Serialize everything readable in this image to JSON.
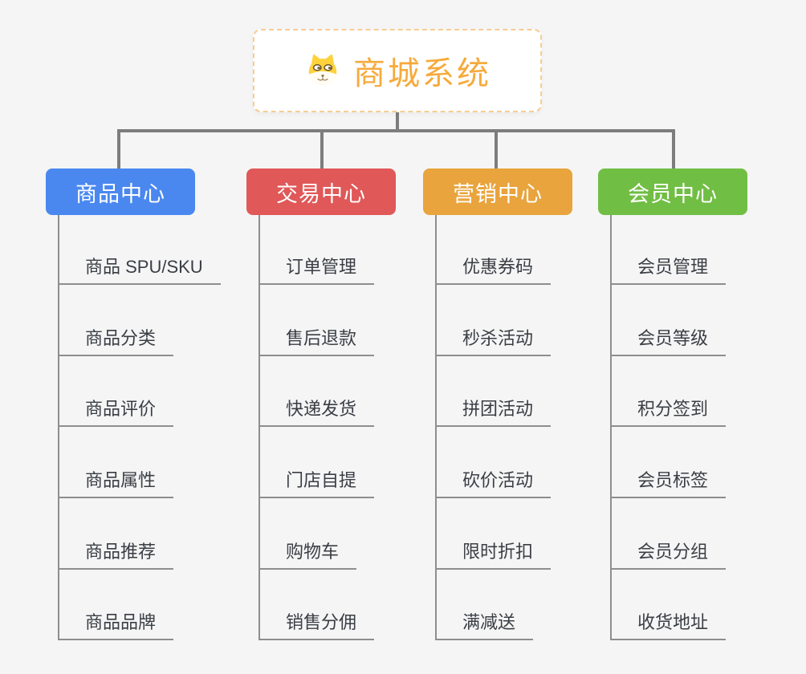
{
  "root": {
    "title": "商城系统",
    "title_color": "#f6aa3c",
    "icon": "shiba-dog-icon",
    "border_color": "#f8cc92"
  },
  "connector_color": "#7d7d7d",
  "leaf_line_color": "#8e8e8e",
  "branches": [
    {
      "label": "商品中心",
      "color": "#4a88f0",
      "items": [
        "商品 SPU/SKU",
        "商品分类",
        "商品评价",
        "商品属性",
        "商品推荐",
        "商品品牌"
      ]
    },
    {
      "label": "交易中心",
      "color": "#e05858",
      "items": [
        "订单管理",
        "售后退款",
        "快递发货",
        "门店自提",
        "购物车",
        "销售分佣"
      ]
    },
    {
      "label": "营销中心",
      "color": "#e9a43d",
      "items": [
        "优惠券码",
        "秒杀活动",
        "拼团活动",
        "砍价活动",
        "限时折扣",
        "满减送"
      ]
    },
    {
      "label": "会员中心",
      "color": "#71be44",
      "items": [
        "会员管理",
        "会员等级",
        "积分签到",
        "会员标签",
        "会员分组",
        "收货地址"
      ]
    }
  ]
}
